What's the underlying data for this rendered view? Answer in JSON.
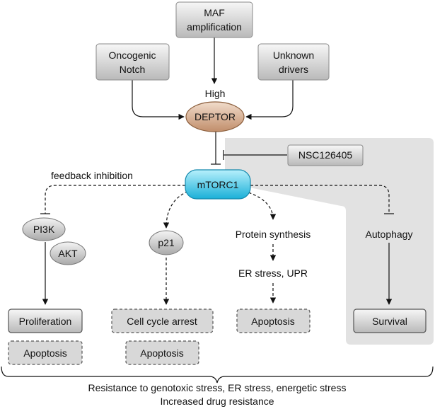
{
  "nodes": {
    "maf": [
      "MAF",
      "amplification"
    ],
    "notch": [
      "Oncogenic",
      "Notch"
    ],
    "unknown": [
      "Unknown",
      "drivers"
    ],
    "high": "High",
    "deptor": "DEPTOR",
    "nsc": "NSC126405",
    "mtorc1": "mTORC1",
    "feedback": "feedback inhibition",
    "pi3k": "PI3K",
    "akt": "AKT",
    "p21": "p21",
    "protein_synthesis": "Protein synthesis",
    "er_stress": "ER stress, UPR",
    "autophagy": "Autophagy",
    "proliferation": "Proliferation",
    "apoptosis_1": "Apoptosis",
    "cell_cycle_arrest": "Cell cycle arrest",
    "apoptosis_2": "Apoptosis",
    "apoptosis_3": "Apoptosis",
    "survival": "Survival"
  },
  "footer": {
    "line1": "Resistance to genotoxic stress, ER stress, energetic stress",
    "line2": "Increased drug resistance"
  }
}
